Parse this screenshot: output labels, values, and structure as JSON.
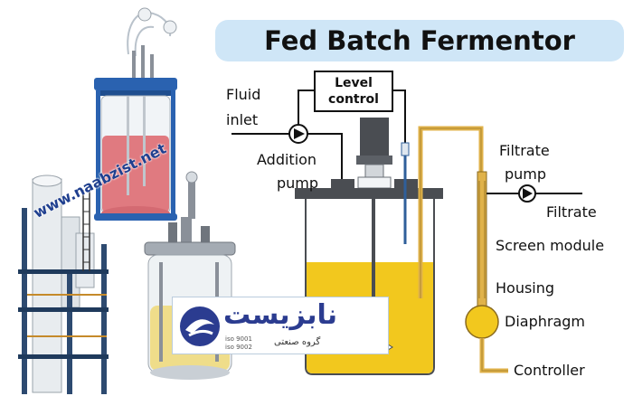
{
  "title": "Fed Batch Fermentor",
  "watermark": "www.naabzist.net",
  "labels": {
    "fluid_inlet_1": "Fluid",
    "fluid_inlet_2": "inlet",
    "addition_pump_1": "Addition",
    "addition_pump_2": "pump",
    "level_control_1": "Level",
    "level_control_2": "control",
    "filtrate_pump_1": "Filtrate",
    "filtrate_pump_2": "pump",
    "filtrate": "Filtrate",
    "screen_module": "Screen module",
    "housing": "Housing",
    "diaphragm": "Diaphragm",
    "controller": "Controller"
  },
  "logo": {
    "name": "نابزیست",
    "subtitle": "گروه صنعتی",
    "iso_1": "iso 9001",
    "iso_2": "iso 9002"
  },
  "colors": {
    "banner": "#cfe6f7",
    "liquid": "#f2c81e",
    "steel": "#4a4d52",
    "tubing": "#e0b24a",
    "watermark": "#1f3f8f",
    "logo": "#2b3c90",
    "red_liquid": "#e07a80",
    "blue_frame": "#2a62b0"
  }
}
